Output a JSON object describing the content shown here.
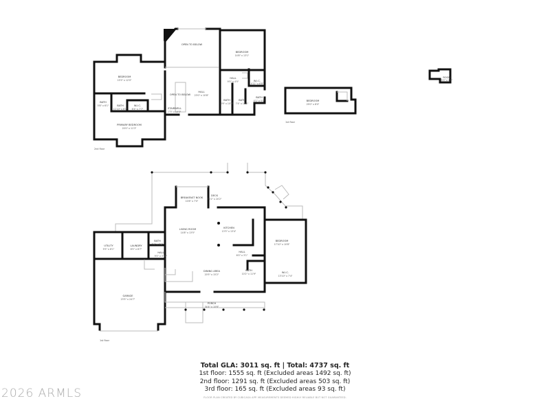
{
  "floors": [
    {
      "label": "1st floor",
      "rooms": [
        {
          "name": "BREAKFAST NOOK",
          "dim": "10'8\" x 7'0\""
        },
        {
          "name": "DECK",
          "dim": "75'2\" x 20'2\""
        },
        {
          "name": "LIVING ROOM",
          "dim": "14'8\" x 13'5\""
        },
        {
          "name": "KITCHEN",
          "dim": "13'3\" x 13'4\""
        },
        {
          "name": "BEDROOM",
          "dim": "17'10\" x 10'8\""
        },
        {
          "name": "UTILITY",
          "dim": "9'5\" x 8'1\""
        },
        {
          "name": "LAUNDRY",
          "dim": "8'5\" x 8'7\""
        },
        {
          "name": "BATH",
          "dim": "5'4\" x 5'3\""
        },
        {
          "name": "HALL",
          "dim": "9'0\" x 3'10\""
        },
        {
          "name": "HALL",
          "dim": "6'0\" x 3'1\""
        },
        {
          "name": "DINING AREA",
          "dim": "20'5\" x 15'2\""
        },
        {
          "name": "BATH",
          "dim": "10'2\" x 11'9\""
        },
        {
          "name": "W.I.C.",
          "dim": "13'10\" x 7'4\""
        },
        {
          "name": "GARAGE",
          "dim": "23'5\" x 24'7\""
        },
        {
          "name": "PORCH",
          "dim": "34'4\" x 10'6\""
        }
      ]
    },
    {
      "label": "2nd floor",
      "rooms": [
        {
          "name": "OPEN TO BELOW",
          "dim": ""
        },
        {
          "name": "BEDROOM",
          "dim": "14'8\" x 13'1\""
        },
        {
          "name": "BEDROOM",
          "dim": "15'5\" x 12'0\""
        },
        {
          "name": "HALL",
          "dim": "9'5\" x 4'5\""
        },
        {
          "name": "W.I.C.",
          "dim": "4'11\" x 6'8\""
        },
        {
          "name": "OPEN TO BELOW",
          "dim": ""
        },
        {
          "name": "HALL",
          "dim": "23'0\" x 10'8\""
        },
        {
          "name": "BATH",
          "dim": "5'8\" x 6'1\""
        },
        {
          "name": "BATH",
          "dim": "11'10\" x 6'1\""
        },
        {
          "name": "W.I.C.",
          "dim": "6'4\" x 7'7\""
        },
        {
          "name": "BATH",
          "dim": "8'9\" x 10'3\""
        },
        {
          "name": "BATH",
          "dim": "7'4\" x 10'1\""
        },
        {
          "name": "BATH",
          "dim": "4'1\" x 5'0\""
        },
        {
          "name": "STAIRWELL",
          "dim": "7'3\" x 10'3\""
        },
        {
          "name": "PRIMARY BEDROOM",
          "dim": "20'0\" x 11'3\""
        }
      ]
    },
    {
      "label": "3rd floor",
      "rooms": [
        {
          "name": "BEDROOM",
          "dim": "29'0\" x 8'0\""
        }
      ]
    },
    {
      "label": "",
      "rooms": [
        {
          "name": "ROOM",
          "dim": "5'0\" x 4'0\""
        }
      ]
    }
  ],
  "summary": {
    "headline": "Total GLA: 3011 sq. ft | Total: 4737 sq. ft",
    "lines": [
      "1st floor: 1555 sq. ft (Excluded areas 1492 sq. ft)",
      "2nd floor: 1291 sq. ft (Excluded areas 503 sq. ft)",
      "3rd floor: 165 sq. ft (Excluded areas 93 sq. ft)"
    ]
  },
  "disclaimer": "FLOOR PLAN CREATED BY CUBICASA APP. MEASUREMENTS DEEMED HIGHLY RELIABLE BUT NOT GUARANTEED.",
  "watermark": "2026 ARMLS"
}
